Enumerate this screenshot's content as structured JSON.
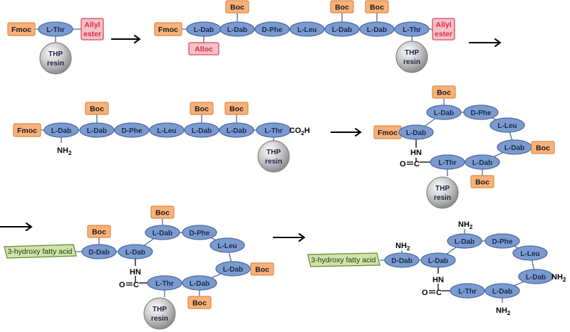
{
  "residues": {
    "l_thr": "L-Thr",
    "l_dab": "L-Dab",
    "d_phe": "D-Phe",
    "l_leu": "L-Leu",
    "d_dab": "D-Dab"
  },
  "groups": {
    "fmoc": "Fmoc",
    "boc": "Boc",
    "alloc": "Alloc",
    "allyl_line1": "Allyl",
    "allyl_line2": "ester",
    "resin_line1": "THP",
    "resin_line2": "resin",
    "fatty_acid": "3-hydroxy fatty acid"
  },
  "chem": {
    "nh2": "NH",
    "nh2_sub": "2",
    "hn": "HN",
    "oc": "O",
    "co2h_a": "CO",
    "co2h_sub": "2",
    "co2h_b": "H"
  },
  "colors": {
    "residue_fill": "#7b9bd0",
    "protecting_group_fill": "#f9b17a",
    "allyl_ester_fill": "#f5c0c7",
    "fatty_acid_fill": "#cfe3a8",
    "resin_fill": "#a9a9a9"
  }
}
